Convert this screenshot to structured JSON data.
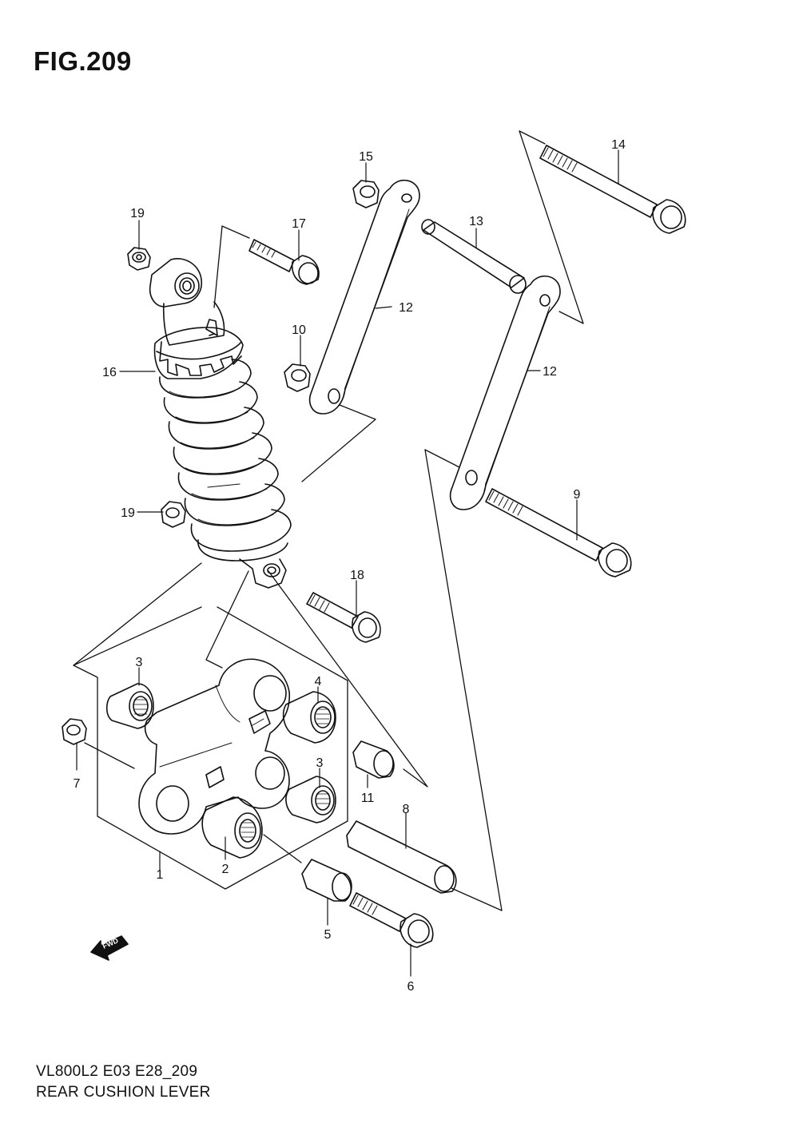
{
  "figure": {
    "title": "FIG.209",
    "model_code": "VL800L2 E03 E28_209",
    "caption": "REAR CUSHION LEVER"
  },
  "fwd_label": "FWD",
  "callouts": [
    "1",
    "2",
    "3",
    "3",
    "4",
    "5",
    "6",
    "7",
    "8",
    "9",
    "10",
    "11",
    "12",
    "12",
    "13",
    "14",
    "15",
    "16",
    "17",
    "18",
    "19",
    "19"
  ]
}
